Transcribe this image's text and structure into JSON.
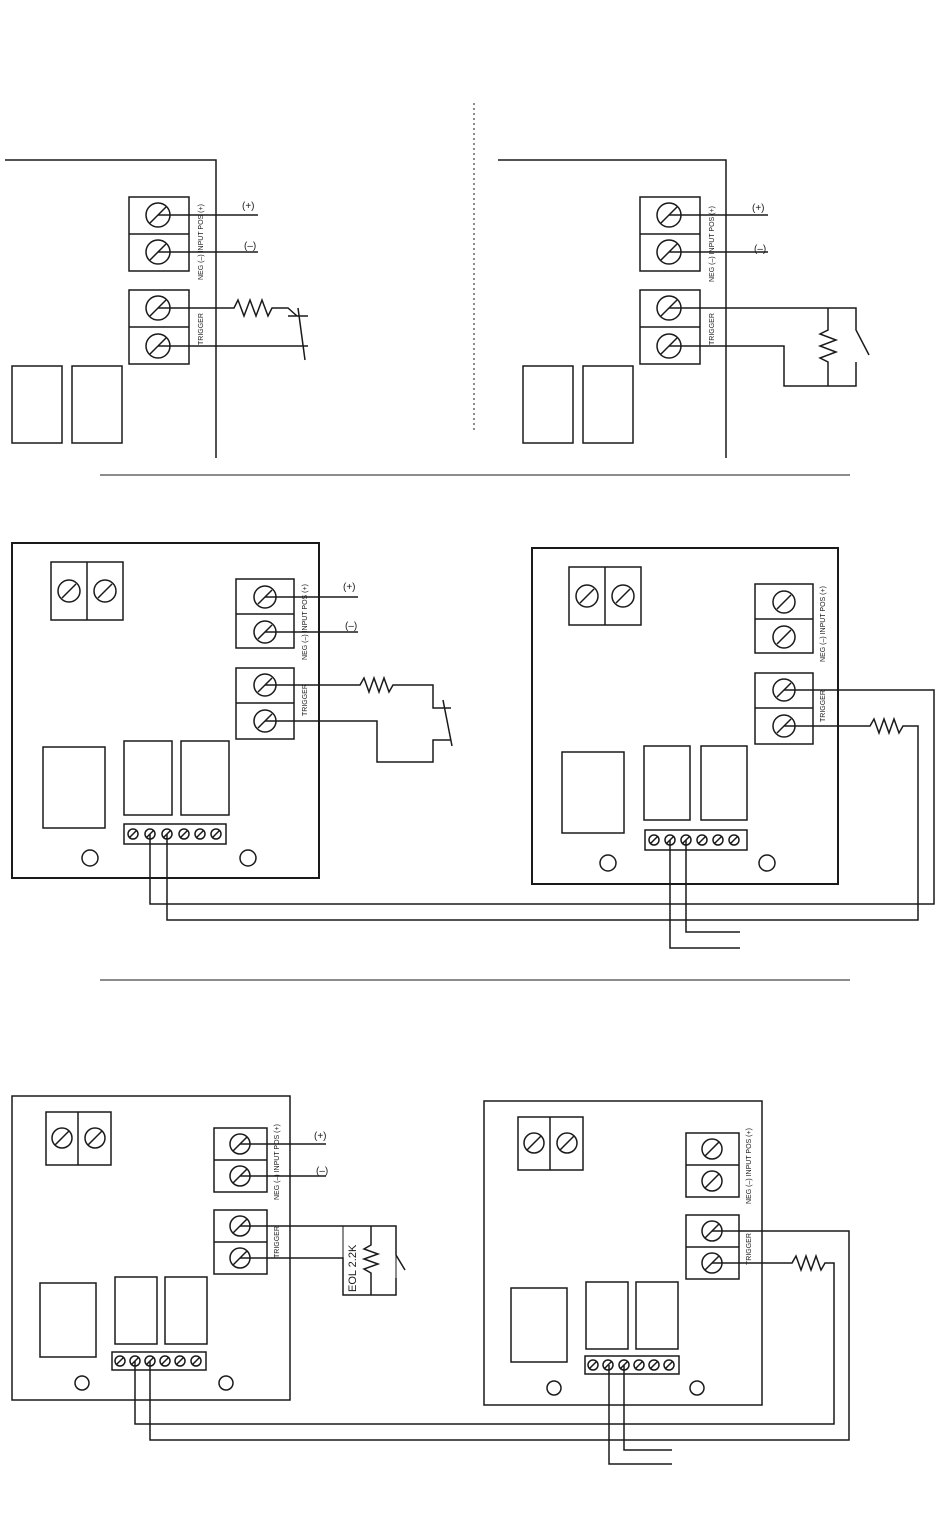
{
  "labels": {
    "pos": "(+)",
    "neg": "(–)",
    "input": "NEG (–) INPUT POS (+)",
    "trigger": "TRIGGER",
    "eol": "EOL 2.2K"
  }
}
